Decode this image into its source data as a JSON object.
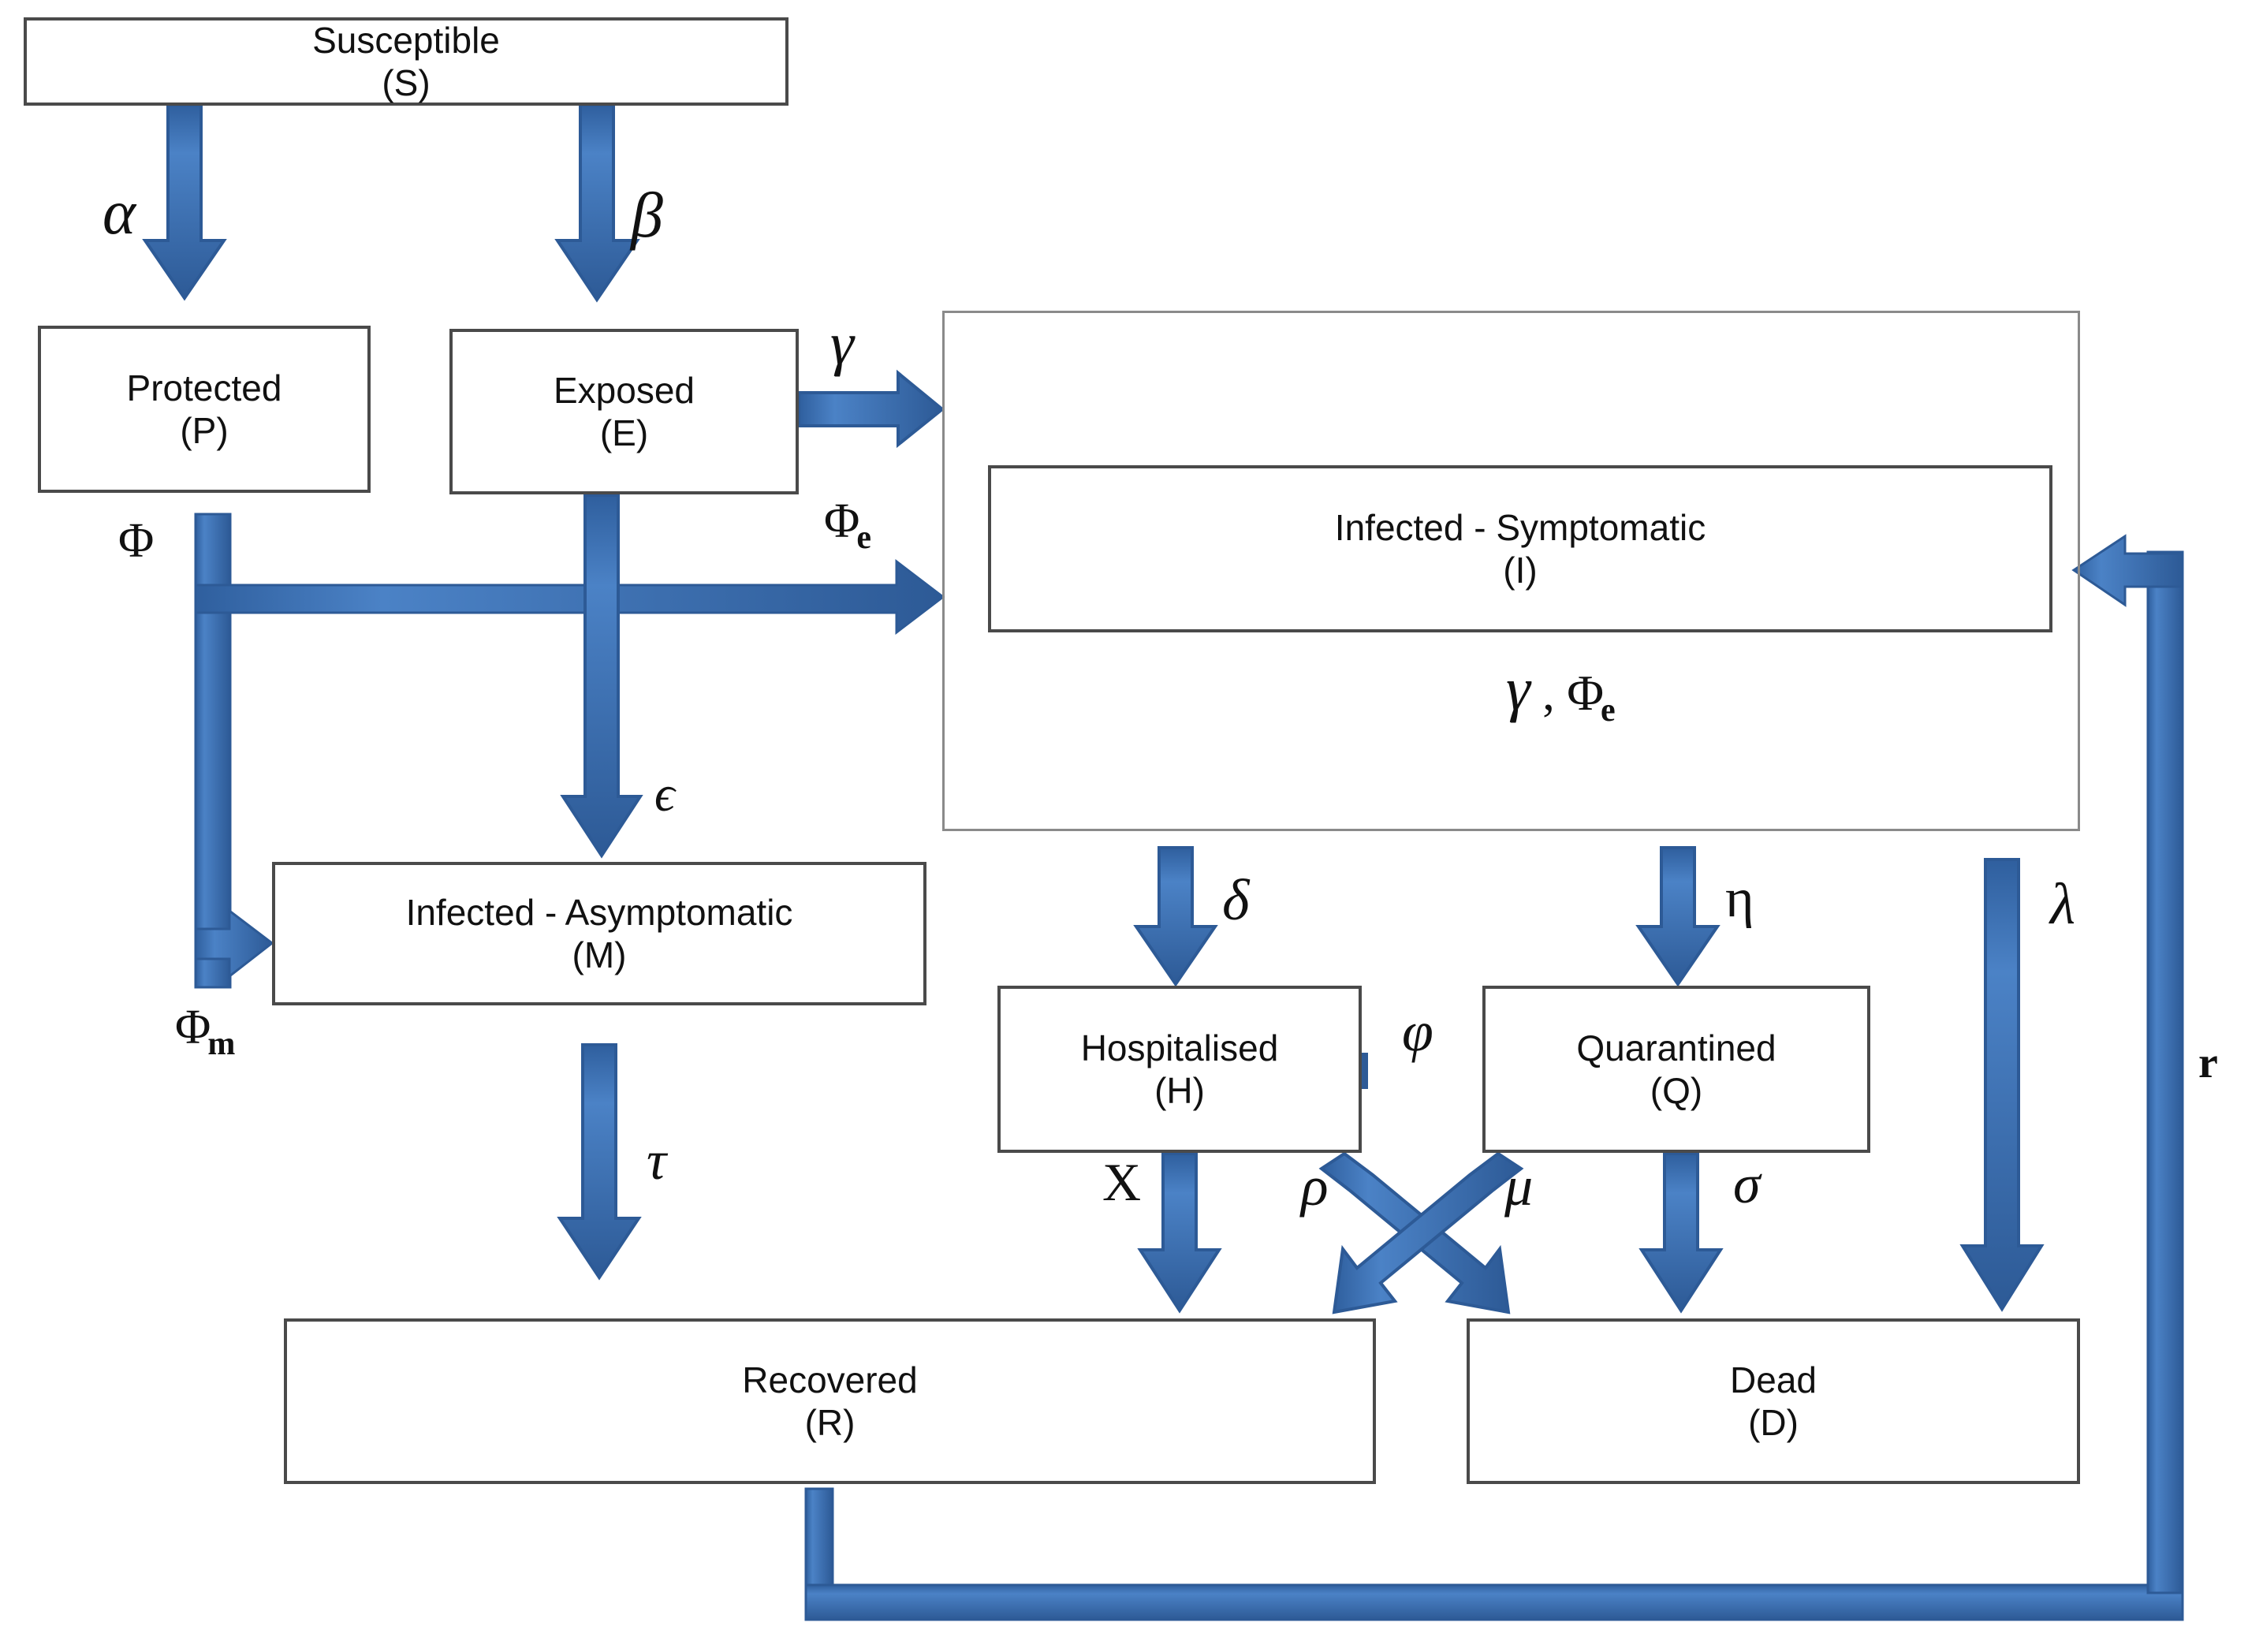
{
  "diagram": {
    "title": "Extended SEIR compartmental model flow diagram",
    "accent_color": "#3a6fb5",
    "arrow_fill": "#3a6fb5",
    "arrow_stroke": "#2d5a96",
    "box_border_color": "#4a4a4a",
    "background": "#ffffff"
  },
  "compartments": [
    {
      "id": "S",
      "name": "susceptible",
      "label": "Susceptible",
      "code": "(S)"
    },
    {
      "id": "P",
      "name": "protected",
      "label": "Protected",
      "code": "(P)"
    },
    {
      "id": "E",
      "name": "exposed",
      "label": "Exposed",
      "code": "(E)"
    },
    {
      "id": "I",
      "name": "infected-symptomatic",
      "label": "Infected - Symptomatic",
      "code": "(I)"
    },
    {
      "id": "M",
      "name": "infected-asymptomatic",
      "label": "Infected - Asymptomatic",
      "code": "(M)"
    },
    {
      "id": "H",
      "name": "hospitalised",
      "label": "Hospitalised",
      "code": "(H)"
    },
    {
      "id": "Q",
      "name": "quarantined",
      "label": "Quarantined",
      "code": "(Q)"
    },
    {
      "id": "R",
      "name": "recovered",
      "label": "Recovered",
      "code": "(R)"
    },
    {
      "id": "D",
      "name": "dead",
      "label": "Dead",
      "code": "(D)"
    }
  ],
  "rate_labels": {
    "alpha": "α",
    "beta": "β",
    "gamma": "γ",
    "phi": "Φ",
    "phi_e": "Φ",
    "phi_e_sub": "e",
    "phi_m": "Φ",
    "phi_m_sub": "m",
    "epsilon": "ϵ",
    "delta": "δ",
    "eta": "η",
    "lambda": "λ",
    "varphi": "φ",
    "tau": "τ",
    "chi": "X",
    "rho": "ρ",
    "mu": "μ",
    "sigma": "σ",
    "r": "r",
    "inner_combo_gamma": "γ",
    "inner_combo_comma": " , ",
    "inner_combo_phi": "Φ",
    "inner_combo_sub": "e"
  },
  "transitions": [
    {
      "from": "S",
      "to": "P",
      "rate": "α"
    },
    {
      "from": "S",
      "to": "E",
      "rate": "β"
    },
    {
      "from": "E",
      "to": "I",
      "rate": "γ"
    },
    {
      "from": "P",
      "to": "I",
      "rate": "Φe"
    },
    {
      "from": "P",
      "to": "M",
      "rate": "Φm"
    },
    {
      "from": "E",
      "to": "M",
      "rate": "ϵ"
    },
    {
      "from": "I",
      "to": "H",
      "rate": "δ"
    },
    {
      "from": "I",
      "to": "Q",
      "rate": "η"
    },
    {
      "from": "I",
      "to": "D",
      "rate": "λ"
    },
    {
      "from": "Q",
      "to": "H",
      "rate": "φ"
    },
    {
      "from": "M",
      "to": "R",
      "rate": "τ"
    },
    {
      "from": "H",
      "to": "R",
      "rate": "X"
    },
    {
      "from": "H",
      "to": "D",
      "rate": "μ"
    },
    {
      "from": "Q",
      "to": "R",
      "rate": "ρ"
    },
    {
      "from": "Q",
      "to": "D",
      "rate": "σ"
    },
    {
      "from": "R",
      "to": "I",
      "rate": "r"
    }
  ]
}
